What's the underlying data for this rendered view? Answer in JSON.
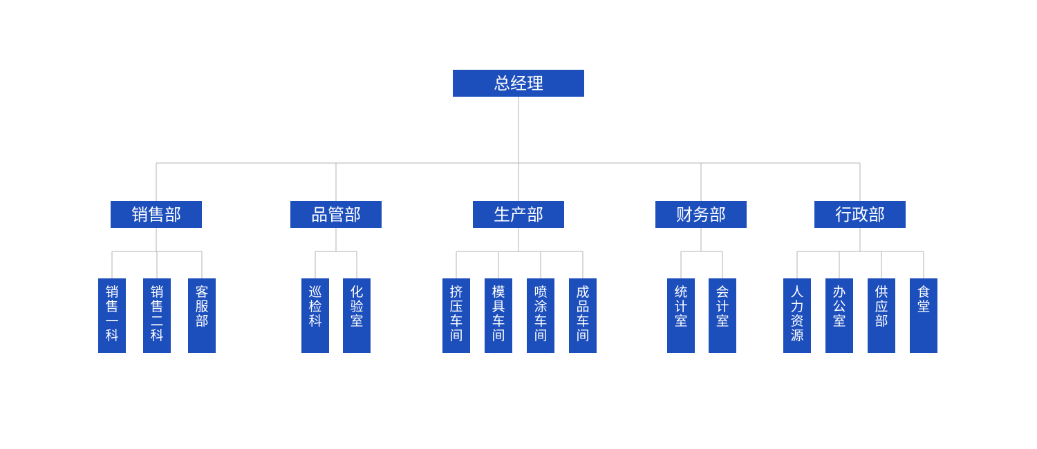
{
  "org_chart": {
    "root": {
      "label": "总经理"
    },
    "departments": [
      {
        "label": "销售部",
        "children": [
          "销售一科",
          "销售二科",
          "客服部"
        ]
      },
      {
        "label": "品管部",
        "children": [
          "巡检科",
          "化验室"
        ]
      },
      {
        "label": "生产部",
        "children": [
          "挤压车间",
          "模具车间",
          "喷涂车间",
          "成品车间"
        ]
      },
      {
        "label": "财务部",
        "children": [
          "统计室",
          "会计室"
        ]
      },
      {
        "label": "行政部",
        "children": [
          "人力资源",
          "办公室",
          "供应部",
          "食堂"
        ]
      }
    ]
  },
  "colors": {
    "box": "#1c4ebc",
    "text": "#ffffff",
    "connector": "#b3b3b3"
  }
}
